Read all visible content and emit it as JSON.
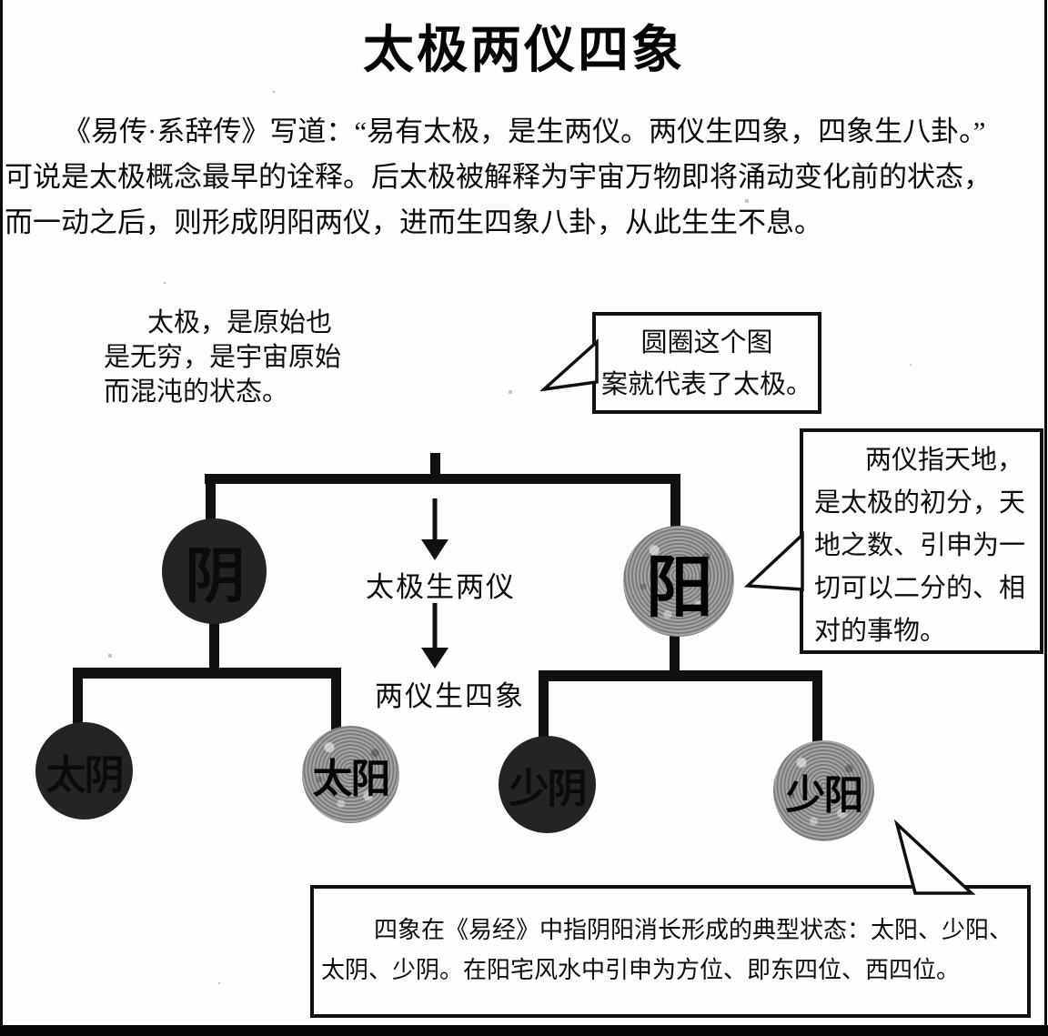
{
  "title": "太极两仪四象",
  "intro_lines": [
    "《易传·系辞传》写道：“易有太极，是生两仪。两仪生四象，四象生八卦。”",
    "可说是太极概念最早的诠释。后太极被解释为宇宙万物即将涌动变化前的状态，",
    "而一动之后，则形成阴阳两仪，进而生四象八卦，从此生生不息。"
  ],
  "annotations": {
    "taiji_note_lines": [
      "太极，是原始也",
      "是无穷，是宇宙原始",
      "而混沌的状态。"
    ],
    "circle_bubble_lines": [
      "圆圈这个图",
      "案就代表了太极。"
    ],
    "liangyi_note_lines": [
      "两仪指天地，",
      "是太极的初分，天",
      "地之数、引申为一",
      "切可以二分的、相",
      "对的事物。"
    ],
    "sixiang_note_lines": [
      "四象在《易经》中指阴阳消长形成的典型状态：太阳、少阳、",
      "太阴、少阴。在阳宅风水中引申为方位、即东四位、西四位。"
    ]
  },
  "tree": {
    "step1_label": "太极生两仪",
    "step2_label": "两仪生四象",
    "nodes": {
      "yin": "阴",
      "yang": "阳",
      "taiyin": "太阴",
      "taiyang": "太阳",
      "shaoyin": "少阴",
      "shaoyang": "少阳"
    }
  },
  "colors": {
    "dark_node": "#242424",
    "gray_node": "#8f8f8f",
    "line": "#101010",
    "paper": "#fdfdfc"
  }
}
